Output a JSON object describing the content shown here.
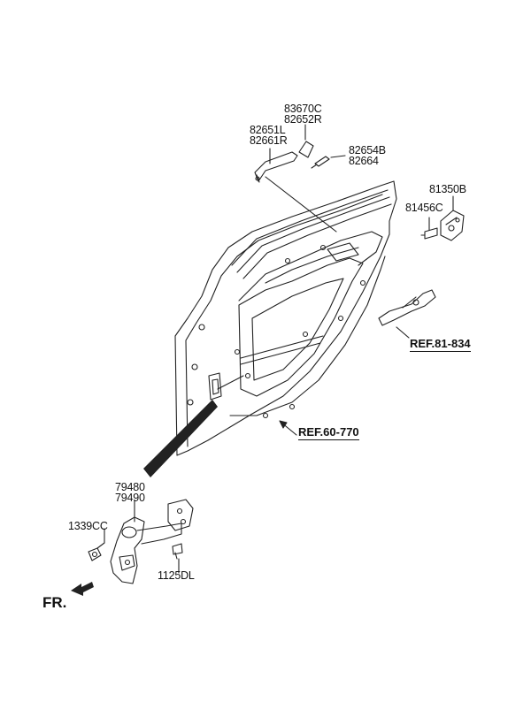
{
  "labels": {
    "p83670C": "83670C",
    "p82652R": "82652R",
    "p82651L": "82651L",
    "p82661R": "82661R",
    "p82654B": "82654B",
    "p82664": "82664",
    "p81350B": "81350B",
    "p81456C": "81456C",
    "p79480": "79480",
    "p79490": "79490",
    "p1339CC": "1339CC",
    "p1125DL": "1125DL"
  },
  "refs": {
    "ref_lock": "REF.81-834",
    "ref_door": "REF.60-770"
  },
  "direction": "FR."
}
